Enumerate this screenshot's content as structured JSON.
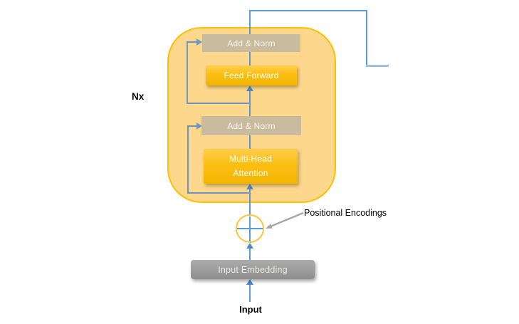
{
  "labels": {
    "nx": "Nx",
    "positional_encodings": "Positional Encodings",
    "input": "Input"
  },
  "blocks": {
    "add_norm_top": {
      "label": "Add & Norm"
    },
    "feed_forward": {
      "label": "Feed Forward"
    },
    "add_norm_mid": {
      "label": "Add & Norm"
    },
    "multi_head_attention": {
      "label_line1": "Multi-Head",
      "label_line2": "Attention"
    },
    "input_embedding": {
      "label": "Input Embedding"
    }
  },
  "icons": {
    "positional_add_circle": "plus-in-circle",
    "flow_arrowheads": "arrow-up",
    "residual_arrowheads": "arrow-right",
    "pointer": "arrow-to-circle"
  },
  "colors": {
    "encoder_fill": "#FDD78C",
    "encoder_border": "#FFBF00",
    "gold_block_top": "#FFCD4A",
    "gold_block_bottom": "#F2B501",
    "tan_block": "#C9BC9E",
    "gray_block": "#9B9B9B",
    "flow_arrow": "#5B9BD5",
    "residual_line": "#6E96C4",
    "output_tail": "#9DC3E6",
    "pointer_arrow": "#A6A6A6",
    "block_text": "#FFFFFF",
    "label_text": "#000000"
  }
}
